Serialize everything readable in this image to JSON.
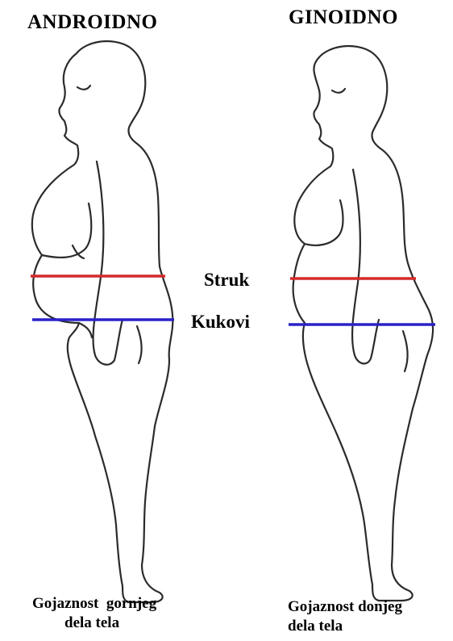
{
  "titles": {
    "left": "ANDROIDNO",
    "right": "GINOIDNO"
  },
  "measurements": {
    "waist": "Struk",
    "hips": "Kukovi"
  },
  "captions": {
    "left_line1": "Gojaznost  gornjeg",
    "left_line2": "dela tela",
    "right_line1": "Gojaznost donjeg",
    "right_line2": "dela tela"
  },
  "colors": {
    "waist_line": "#d42a2a",
    "hip_line": "#2a22c8",
    "outline": "#2b2b2b",
    "background": "#ffffff"
  }
}
